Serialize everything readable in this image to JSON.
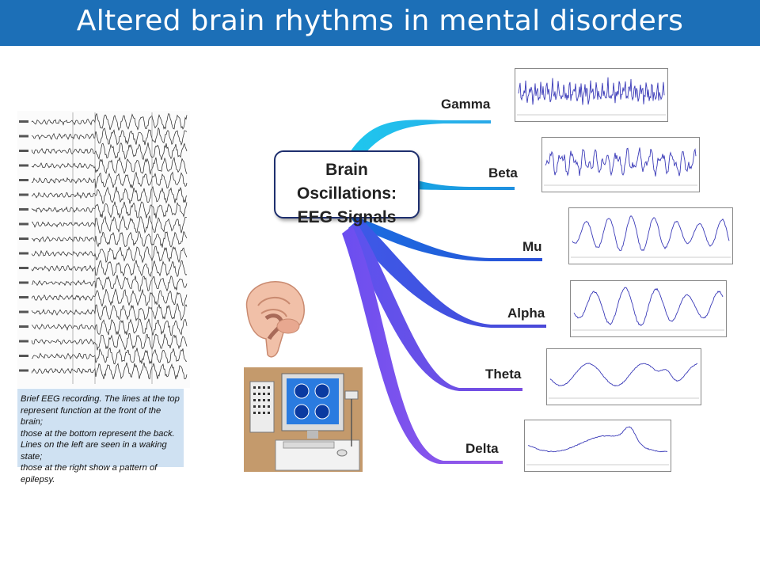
{
  "title": "Altered brain rhythms in mental disorders",
  "eeg": {
    "caption_lines": [
      "Brief EEG recording.  The lines at the top",
      "represent function at the front of the brain;",
      "those at the bottom represent the back.",
      "Lines on the left are seen in a waking state;",
      "those at the right show a pattern of epilepsy."
    ]
  },
  "mindmap": {
    "center_lines": [
      "Brain Oscillations:",
      "EEG Signals"
    ],
    "branches": [
      {
        "label": "Gamma",
        "color": "#1fb6e8"
      },
      {
        "label": "Beta",
        "color": "#1a9fe0"
      },
      {
        "label": "Mu",
        "color": "#1f5fd6"
      },
      {
        "label": "Alpha",
        "color": "#3a4fe0"
      },
      {
        "label": "Theta",
        "color": "#6a4fe8"
      },
      {
        "label": "Delta",
        "color": "#8b5bf0"
      }
    ]
  },
  "colors": {
    "title_bar": "#1c6fb7",
    "caption_bg": "#cfe1f2",
    "wave": "#3a3ab8"
  }
}
